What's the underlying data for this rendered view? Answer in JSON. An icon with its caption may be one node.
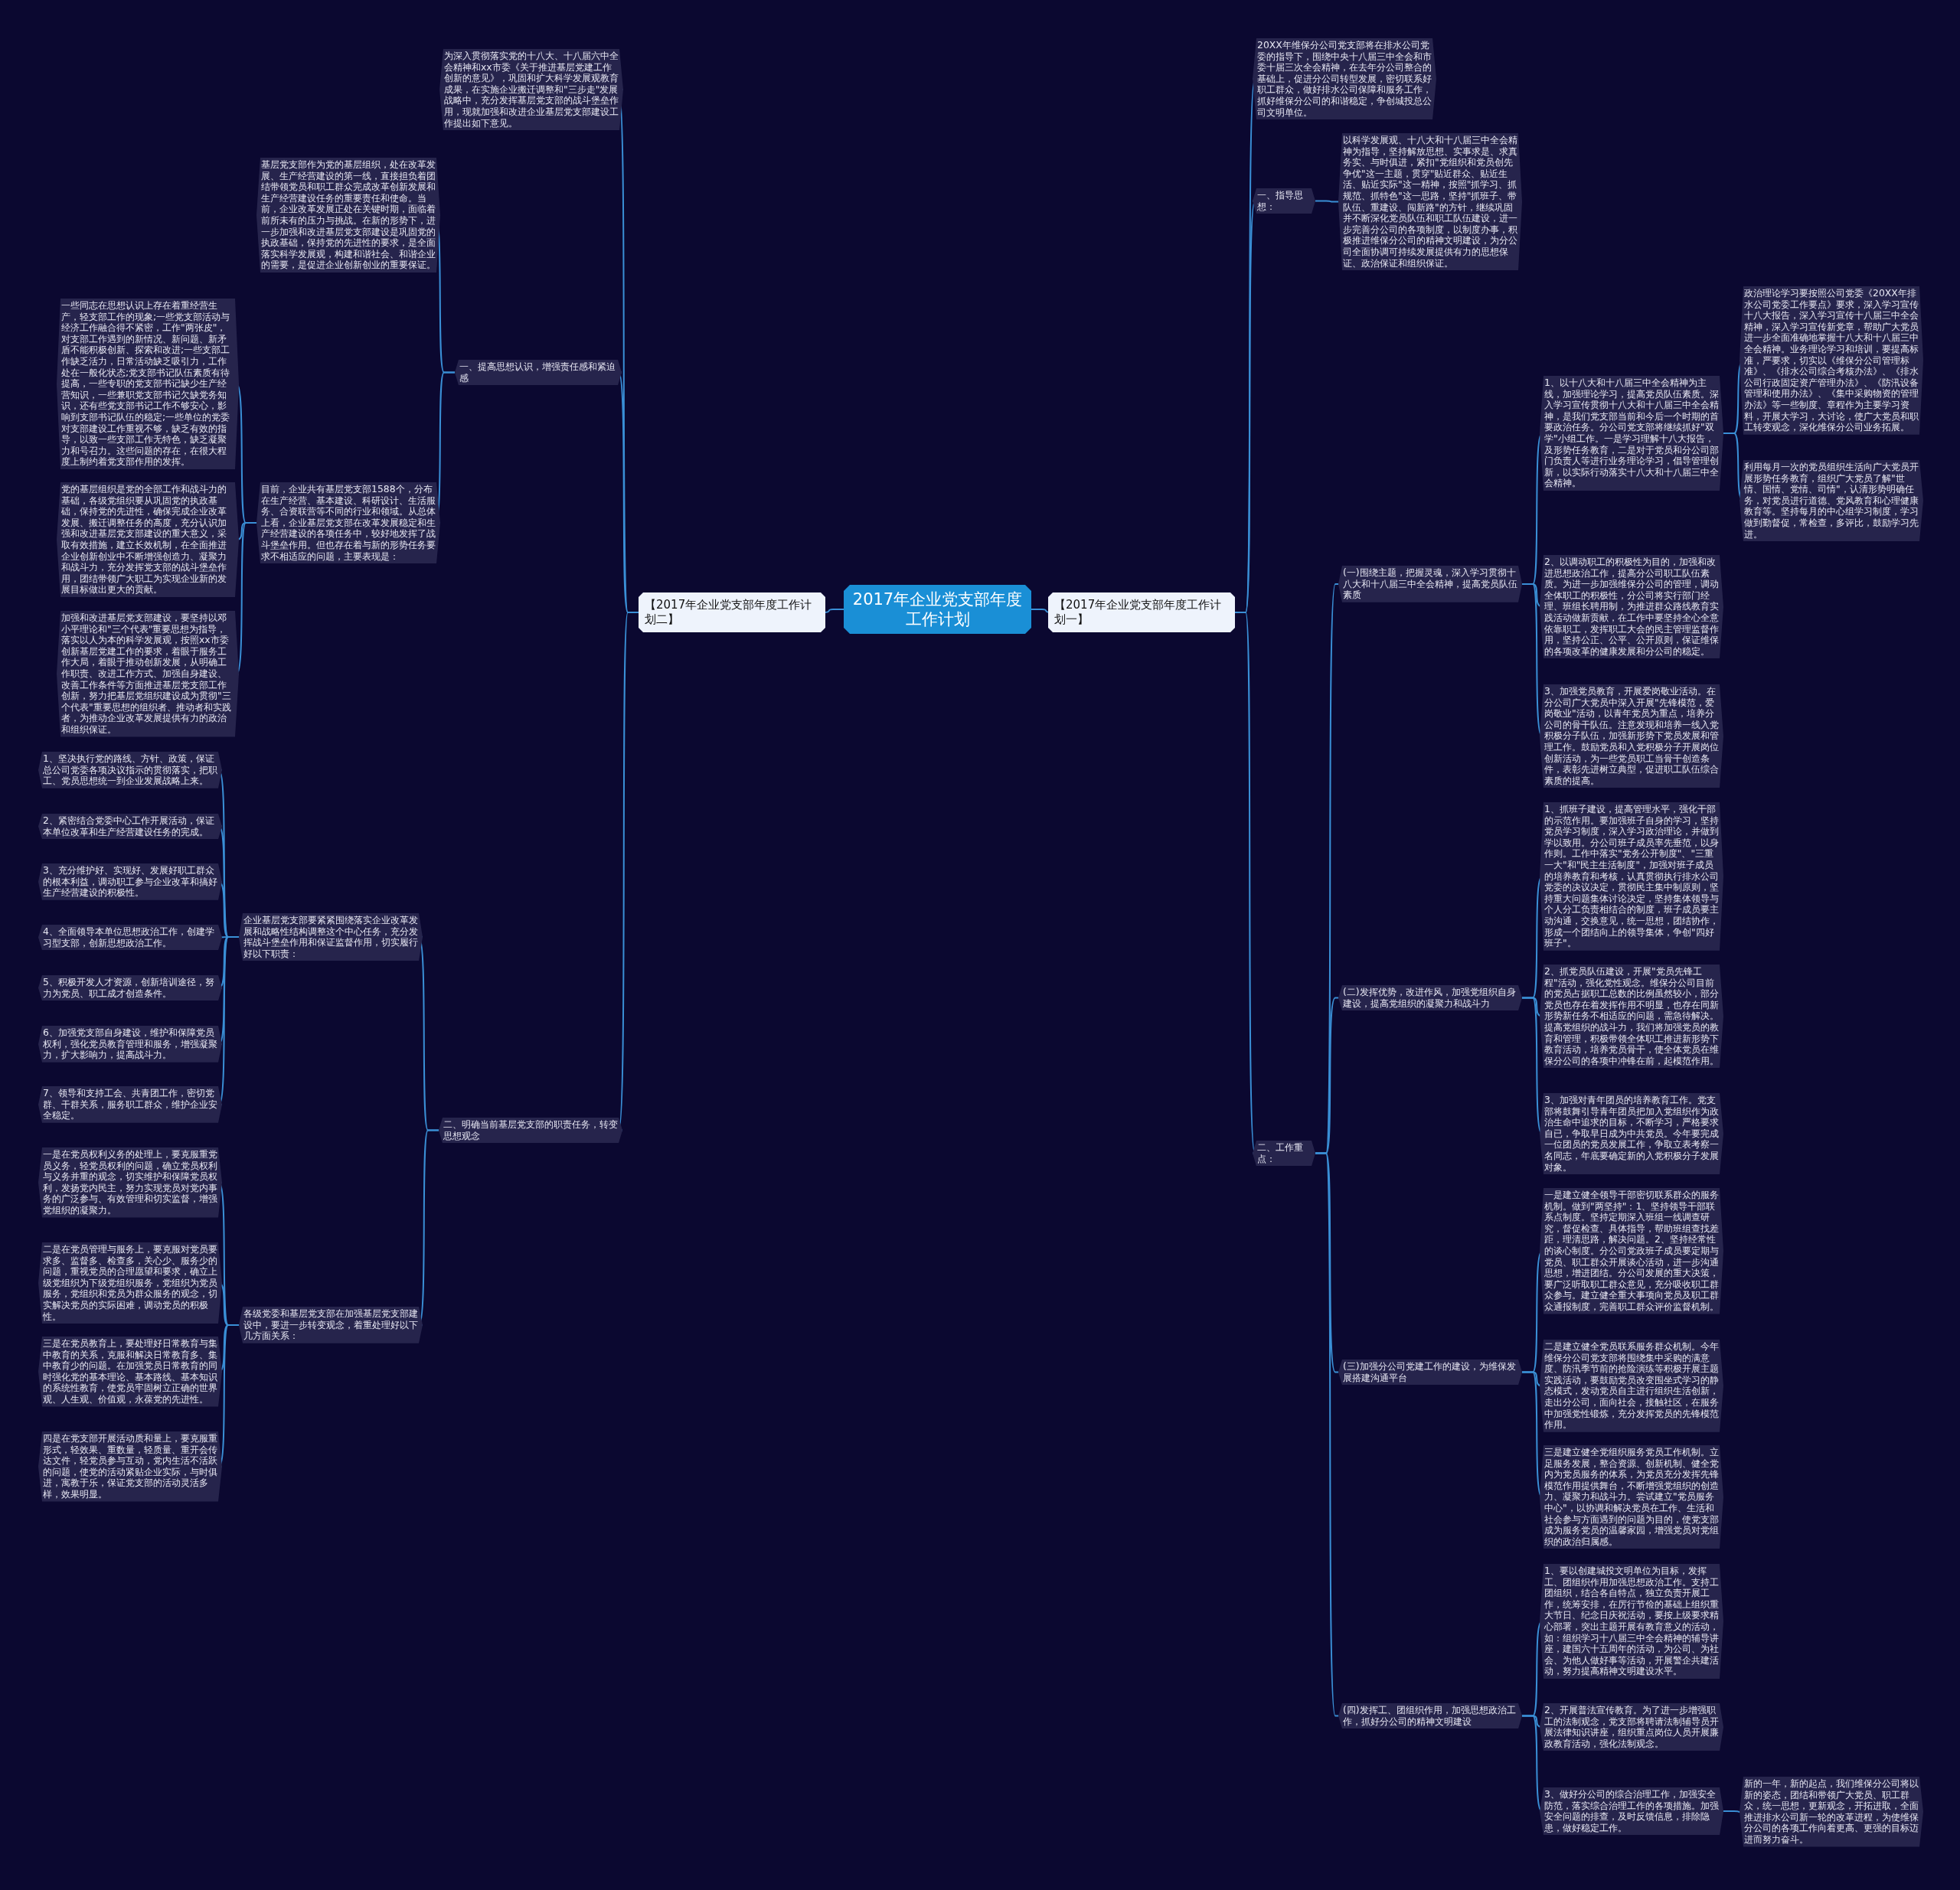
{
  "diagram": {
    "nodes": [
      {
        "text": [
          "2017年企业党支部年度工作计划"
        ]
      },
      {
        "text": [
          "【2017年企业党支部年度工作计划二】"
        ]
      },
      {
        "text": [
          "【2017年企业党支部年度工作计划一】"
        ]
      },
      {
        "text": [
          "为深入贯彻落实党的十八大、十八届六中全会精神和xx市委《关于推进基层党建工作创新的意见》，巩固和扩大科学发展观教育成果，在实施企业搬迁调整和\"三步走\"发展战略中，充分发挥基层党支部的战斗堡垒作用，现就加强和改进企业基层党支部建设工作提出如下意见。"
        ]
      },
      {
        "text": [
          "一、提高思想认识，增强责任感和紧迫感"
        ]
      },
      {
        "text": [
          "基层党支部作为党的基层组织，处在改革发展、生产经营建设的第一线，直接担负着团结带领党员和职工群众完成改革创新发展和生产经营建设任务的重要责任和使命。当前，企业改革发展正处在关键时期，面临着前所未有的压力与挑战。在新的形势下，进一步加强和改进基层党支部建设是巩固党的执政基础，保持党的先进性的要求，是全面落实科学发展观，构建和谐社会、和谐企业的需要，是促进企业创新创业的重要保证。"
        ]
      },
      {
        "text": [
          "目前，企业共有基层党支部1588个，分布在生产经营、基本建设、科研设计、生活服务、合资联营等不同的行业和领域。从总体上看，企业基层党支部在改革发展稳定和生产经营建设的各项任务中，较好地发挥了战斗堡垒作用。但也存在着与新的形势任务要求不相适应的问题，主要表现是："
        ]
      },
      {
        "text": [
          "一些同志在思想认识上存在着重经营生产，轻支部工作的现象;一些党支部活动与经济工作融合得不紧密，工作\"两张皮\"，对支部工作遇到的新情况、新问题、新矛盾不能积极创新、探索和改进;一些支部工作缺乏活力，日常活动缺乏吸引力，工作处在一般化状态;党支部书记队伍素质有待提高，一些专职的党支部书记缺少生产经营知识，一些兼职党支部书记欠缺党务知识，还有些党支部书记工作不够安心，影响到支部书记队伍的稳定;一些单位的党委对支部建设工作重视不够，缺乏有效的指导，以致一些支部工作无特色，缺乏凝聚力和号召力。这些问题的存在，在很大程度上制约着党支部作用的发挥。"
        ]
      },
      {
        "text": [
          "党的基层组织是党的全部工作和战斗力的基础，各级党组织要从巩固党的执政基础，保持党的先进性，确保完成企业改革发展、搬迁调整任务的高度，充分认识加强和改进基层党支部建设的重大意义，采取有效措施，建立长效机制，在全面推进企业创新创业中不断增强创造力、凝聚力和战斗力，充分发挥党支部的战斗堡垒作用，团结带领广大职工为实现企业新的发展目标做出更大的贡献。"
        ]
      },
      {
        "text": [
          "加强和改进基层党支部建设，要坚持以邓小平理论和\"三个代表\"重要思想为指导，落实以人为本的科学发展观，按照xx市委创新基层党建工作的要求，着眼于服务工作大局，着眼于推动创新发展，从明确工作职责、改进工作方式、加强自身建设、改善工作条件等方面推进基层党支部工作创新，努力把基层党组织建设成为贯彻\"三个代表\"重要思想的组织者、推动者和实践者，为推动企业改革发展提供有力的政治和组织保证。"
        ]
      },
      {
        "text": [
          "二、明确当前基层党支部的职责任务，转变思想观念"
        ]
      },
      {
        "text": [
          "企业基层党支部要紧紧围绕落实企业改革发展和战略性结构调整这个中心任务，充分发挥战斗堡垒作用和保证监督作用，切实履行好以下职责："
        ]
      },
      {
        "text": [
          "1、坚决执行党的路线、方针、政策，保证总公司党委各项决议指示的贯彻落实，把职工、党员思想统一到企业发展战略上来。"
        ]
      },
      {
        "text": [
          "2、紧密结合党委中心工作开展活动，保证本单位改革和生产经营建设任务的完成。"
        ]
      },
      {
        "text": [
          "3、充分维护好、实现好、发展好职工群众的根本利益，调动职工参与企业改革和搞好生产经营建设的积极性。"
        ]
      },
      {
        "text": [
          "4、全面领导本单位思想政治工作，创建学习型支部，创新思想政治工作。"
        ]
      },
      {
        "text": [
          "5、积极开发人才资源，创新培训途径，努力为党员、职工成才创造条件。"
        ]
      },
      {
        "text": [
          "6、加强党支部自身建设，维护和保障党员权利，强化党员教育管理和服务，增强凝聚力，扩大影响力，提高战斗力。"
        ]
      },
      {
        "text": [
          "7、领导和支持工会、共青团工作，密切党群、干群关系，服务职工群众，维护企业安全稳定。"
        ]
      },
      {
        "text": [
          "各级党委和基层党支部在加强基层党支部建设中，要进一步转变观念，着重处理好以下几方面关系："
        ]
      },
      {
        "text": [
          "一是在党员权利义务的处理上，要克服重党员义务，轻党员权利的问题，确立党员权利与义务并重的观念，切实维护和保障党员权利，发扬党内民主，努力实现党员对党内事务的广泛参与、有效管理和切实监督，增强党组织的凝聚力。"
        ]
      },
      {
        "text": [
          "二是在党员管理与服务上，要克服对党员要求多、监督多、检查多，关心少、服务少的问题，重视党员的合理愿望和要求，确立上级党组织为下级党组织服务，党组织为党员服务，党组织和党员为群众服务的观念，切实解决党员的实际困难，调动党员的积极性。"
        ]
      },
      {
        "text": [
          "三是在党员教育上，要处理好日常教育与集中教育的关系，克服和解决日常教育多、集中教育少的问题。在加强党员日常教育的同时强化党的基本理论、基本路线、基本知识的系统性教育，使党员牢固树立正确的世界观、人生观、价值观，永葆党的先进性。"
        ]
      },
      {
        "text": [
          "四是在党支部开展活动质和量上，要克服重形式，轻效果、重数量，轻质量、重开会传达文件，轻党员参与互动，党内生活不活跃的问题，使党的活动紧贴企业实际，与时俱进，寓教于乐，保证党支部的活动灵活多样，效果明显。"
        ]
      },
      {
        "text": [
          "20XX年维保分公司党支部将在排水公司党委的指导下，围绕中央十八届三中全会和市委十届三次全会精神，在去年分公司整合的基础上，促进分公司转型发展，密切联系好职工群众，做好排水公司保障和服务工作，抓好维保分公司的和谐稳定，争创城投总公司文明单位。"
        ]
      },
      {
        "text": [
          "一、指导思想："
        ]
      },
      {
        "text": [
          "以科学发展观、十八大和十八届三中全会精神为指导，坚持解放思想、实事求是、求真务实、与时俱进，紧扣\"党组织和党员创先争优\"这一主题，贯穿\"贴近群众、贴近生活、贴近实际\"这一精神，按照\"抓学习、抓规范、抓特色\"这一思路，坚持\"抓班子、带队伍、重建设、闯新路\"的方针，继续巩固并不断深化党员队伍和职工队伍建设，进一步完善分公司的各项制度，以制度办事，积极推进维保分公司的精神文明建设，为分公司全面协调可持续发展提供有力的思想保证、政治保证和组织保证。"
        ]
      },
      {
        "text": [
          "二、工作重点："
        ]
      },
      {
        "text": [
          "(一)围绕主题，把握灵魂，深入学习贯彻十八大和十八届三中全会精神，提高党员队伍素质"
        ]
      },
      {
        "text": [
          "1、以十八大和十八届三中全会精神为主线，加强理论学习，提高党员队伍素质。深入学习宣传贯彻十八大和十八届三中全会精神，是我们党支部当前和今后一个时期的首要政治任务。分公司党支部将继续抓好\"双学\"小组工作。一是学习理解十八大报告，及形势任务教育，二是对于党员和分公司部门负责人等进行业务理论学习，倡导管理创新，以实际行动落实十八大和十八届三中全会精神。"
        ]
      },
      {
        "text": [
          "政治理论学习要按照公司党委《20XX年排水公司党委工作要点》要求，深入学习宣传十八大报告，深入学习宣传十八届三中全会精神，深入学习宣传新党章，帮助广大党员进一步全面准确地掌握十八大和十八届三中全会精神。业务理论学习和培训，要提高标准，严要求，切实以《维保分公司管理标准》、《排水公司综合考核办法》、《排水公司行政固定资产管理办法》、《防汛设备管理和使用办法》、《集中采购物资的管理办法》等一些制度、章程作为主要学习资料，开展大学习，大讨论，使广大党员和职工转变观念，深化维保分公司业务拓展。"
        ]
      },
      {
        "text": [
          "利用每月一次的党员组织生活向广大党员开展形势任务教育，组织广大党员了解\"世情、国情、党情、司情\"，认清形势明确任务，对党员进行道德、党风教育和心理健康教育等。坚持每月的中心组学习制度，学习做到勤督促，常检查，多评比，鼓励学习先进。"
        ]
      },
      {
        "text": [
          "2、以调动职工的积极性为目的，加强和改进思想政治工作，提高分公司职工队伍素质。为进一步加强维保分公司的管理，调动全体职工的积极性，分公司将实行部门经理、班组长聘用制，为推进群众路线教育实践活动做新贡献，在工作中要坚持全心全意依靠职工，发挥职工大会的民主管理监督作用，坚持公正、公平、公开原则，保证维保的各项改革的健康发展和分公司的稳定。"
        ]
      },
      {
        "text": [
          "3、加强党员教育，开展爱岗敬业活动。在分公司广大党员中深入开展\"先锋模范，爱岗敬业\"活动，以青年党员为重点，培养分公司的骨干队伍。注意发现和培养一线入党积极分子队伍，加强新形势下党员发展和管理工作。鼓励党员和入党积极分子开展岗位创新活动，为一些党员职工当骨干创造条件，表彰先进树立典型，促进职工队伍综合素质的提高。"
        ]
      },
      {
        "text": [
          "(二)发挥优势，改进作风，加强党组织自身建设，提高党组织的凝聚力和战斗力"
        ]
      },
      {
        "text": [
          "1、抓班子建设，提高管理水平，强化干部的示范作用。要加强班子自身的学习，坚持党员学习制度，深入学习政治理论，并做到学以致用。分公司班子成员率先垂范，以身作则。工作中落实\"党务公开制度\"、\"三重一大\"和\"民主生活制度\"，加强对班子成员的培养教育和考核，认真贯彻执行排水公司党委的决议决定，贯彻民主集中制原则，坚持重大问题集体讨论决定，坚持集体领导与个人分工负责相结合的制度，班子成员要主动沟通，交换意见，统一思想，团结协作，形成一个团结向上的领导集体，争创\"四好班子\"。"
        ]
      },
      {
        "text": [
          "2、抓党员队伍建设，开展\"党员先锋工程\"活动，强化党性观念。维保分公司目前的党员占据职工总数的比例虽然较小，部分党员也存在着发挥作用不明显，也存在同新形势新任务不相适应的问题，需急待解决。提高党组织的战斗力，我们将加强党员的教育和管理，积极带领全体职工推进新形势下教育活动，培养党员骨干，使全体党员在维保分公司的各项中冲锋在前，起模范作用。"
        ]
      },
      {
        "text": [
          "3、加强对青年团员的培养教育工作。党支部将鼓舞引导青年团员把加入党组织作为政治生命中追求的目标，不断学习，严格要求自已，争取早日成为中共党员。今年要完成一位团员的党员发展工作，争取立表考察一名同志，年底要确定新的入党积极分子发展对象。"
        ]
      },
      {
        "text": [
          "(三)加强分公司党建工作的建设，为维保发展搭建沟通平台"
        ]
      },
      {
        "text": [
          "一是建立健全领导干部密切联系群众的服务机制。做到\"两坚持\"：1、坚持领导干部联系点制度。坚持定期深入班组一线调查研究，督促检查、具体指导，帮助班组查找差距，理清思路，解决问题。2、坚持经常性的谈心制度。分公司党政班子成员要定期与党员、职工群众开展谈心活动，进一步沟通思想，增进团结。分公司发展的重大决策，要广泛听取职工群众意见，充分吸收职工群众参与。建立健全重大事项向党员及职工群众通报制度，完善职工群众评价监督机制。"
        ]
      },
      {
        "text": [
          "二是建立健全党员联系服务群众机制。今年维保分公司党支部将围绕集中采购的满意度、防汛季节前的抢险演练等积极开展主题实践活动，要鼓励党员改变围坐式学习的静态模式，发动党员自主进行组织生活创新，走出分公司，面向社会，接触社区，在服务中加强党性锻炼，充分发挥党员的先锋模范作用。"
        ]
      },
      {
        "text": [
          "三是建立健全党组织服务党员工作机制。立足服务发展，整合资源、创新机制、健全党内为党员服务的体系，为党员充分发挥先锋模范作用提供舞台，不断增强党组织的创造力、凝聚力和战斗力。尝试建立\"党员服务中心\"，以协调和解决党员在工作、生活和社会参与方面遇到的问题为目的，使党支部成为服务党员的温馨家园，增强党员对党组织的政治归属感。"
        ]
      },
      {
        "text": [
          "(四)发挥工、团组织作用，加强思想政治工作，抓好分公司的精神文明建设"
        ]
      },
      {
        "text": [
          "1、要以创建城投文明单位为目标，发挥工、团组织作用加强思想政治工作。支持工团组织，结合各自特点，独立负责开展工作，统筹安排，在厉行节俭的基础上组织重大节日、纪念日庆祝活动，要按上级要求精心部署，突出主题开展有教育意义的活动，如：组织学习十八届三中全会精神的辅导讲座，建国六十五周年的活动，为公司、为社会、为他人做好事等活动，开展警企共建活动，努力提高精神文明建设水平。"
        ]
      },
      {
        "text": [
          "2、开展普法宣传教育。为了进一步增强职工的法制观念，党支部将聘请法制辅导员开展法律知识讲座，组织重点岗位人员开展廉政教育活动，强化法制观念。"
        ]
      },
      {
        "text": [
          "3、做好分公司的综合治理工作，加强安全防范，落实综合治理工作的各项措施。加强安全问题的排查，及时反馈信息，排除隐患，做好稳定工作。"
        ]
      },
      {
        "text": [
          "新的一年，新的起点，我们维保分公司将以新的姿态，团结和带领广大党员、职工群众，统一思想，更新观念，开拓进取，全面推进排水公司新一轮的改革进程，为使维保分公司的各项工作向着更高、更强的目标迈进而努力奋斗。"
        ]
      }
    ],
    "edges": [
      {
        "from": 0,
        "to": 1,
        "arrow": "none"
      },
      {
        "from": 0,
        "to": 2,
        "arrow": "none"
      },
      {
        "from": 1,
        "to": 3,
        "arrow": "none"
      },
      {
        "from": 1,
        "to": 4,
        "arrow": "none"
      },
      {
        "from": 1,
        "to": 10,
        "arrow": "none"
      },
      {
        "from": 4,
        "to": 5,
        "arrow": "none"
      },
      {
        "from": 4,
        "to": 6,
        "arrow": "none"
      },
      {
        "from": 6,
        "to": 7,
        "arrow": "none"
      },
      {
        "from": 6,
        "to": 8,
        "arrow": "none"
      },
      {
        "from": 6,
        "to": 9,
        "arrow": "none"
      },
      {
        "from": 10,
        "to": 11,
        "arrow": "none"
      },
      {
        "from": 10,
        "to": 19,
        "arrow": "none"
      },
      {
        "from": 11,
        "to": 12,
        "arrow": "none"
      },
      {
        "from": 11,
        "to": 13,
        "arrow": "none"
      },
      {
        "from": 11,
        "to": 14,
        "arrow": "none"
      },
      {
        "from": 11,
        "to": 15,
        "arrow": "none"
      },
      {
        "from": 11,
        "to": 16,
        "arrow": "none"
      },
      {
        "from": 11,
        "to": 17,
        "arrow": "none"
      },
      {
        "from": 11,
        "to": 18,
        "arrow": "none"
      },
      {
        "from": 19,
        "to": 20,
        "arrow": "none"
      },
      {
        "from": 19,
        "to": 21,
        "arrow": "none"
      },
      {
        "from": 19,
        "to": 22,
        "arrow": "none"
      },
      {
        "from": 19,
        "to": 23,
        "arrow": "none"
      },
      {
        "from": 2,
        "to": 24,
        "arrow": "none"
      },
      {
        "from": 2,
        "to": 25,
        "arrow": "none"
      },
      {
        "from": 2,
        "to": 27,
        "arrow": "none"
      },
      {
        "from": 25,
        "to": 26,
        "arrow": "none"
      },
      {
        "from": 27,
        "to": 28,
        "arrow": "none"
      },
      {
        "from": 27,
        "to": 34,
        "arrow": "none"
      },
      {
        "from": 27,
        "to": 38,
        "arrow": "none"
      },
      {
        "from": 27,
        "to": 42,
        "arrow": "none"
      },
      {
        "from": 28,
        "to": 29,
        "arrow": "none"
      },
      {
        "from": 28,
        "to": 32,
        "arrow": "none"
      },
      {
        "from": 28,
        "to": 33,
        "arrow": "none"
      },
      {
        "from": 29,
        "to": 30,
        "arrow": "none"
      },
      {
        "from": 29,
        "to": 31,
        "arrow": "none"
      },
      {
        "from": 34,
        "to": 35,
        "arrow": "none"
      },
      {
        "from": 34,
        "to": 36,
        "arrow": "none"
      },
      {
        "from": 34,
        "to": 37,
        "arrow": "none"
      },
      {
        "from": 38,
        "to": 39,
        "arrow": "none"
      },
      {
        "from": 38,
        "to": 40,
        "arrow": "none"
      },
      {
        "from": 38,
        "to": 41,
        "arrow": "none"
      },
      {
        "from": 42,
        "to": 43,
        "arrow": "none"
      },
      {
        "from": 42,
        "to": 44,
        "arrow": "none"
      },
      {
        "from": 42,
        "to": 45,
        "arrow": "none"
      },
      {
        "from": 45,
        "to": 46,
        "arrow": "none"
      }
    ]
  }
}
